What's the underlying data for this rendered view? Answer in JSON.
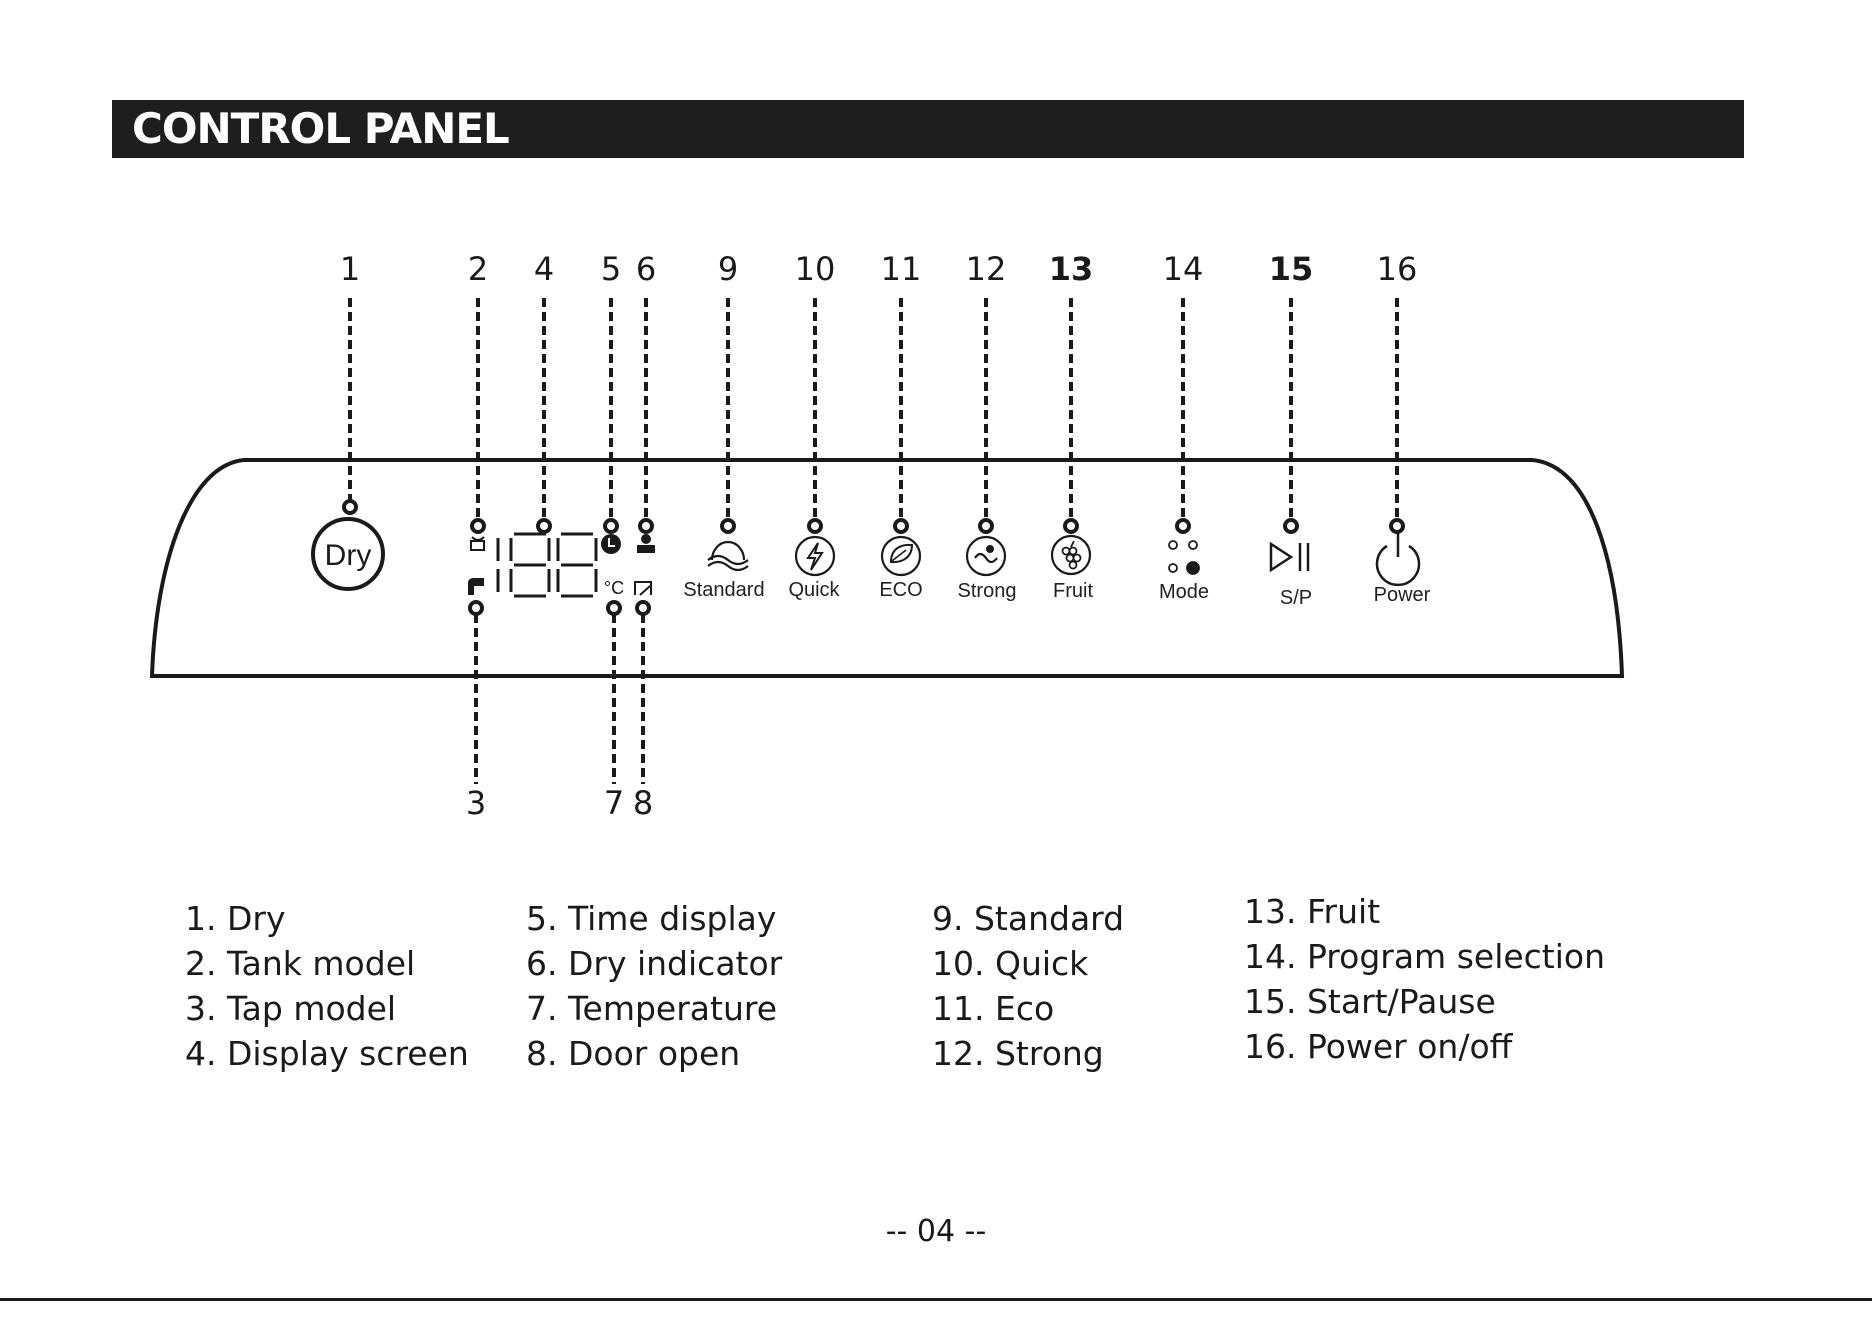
{
  "header": {
    "title": "CONTROL PANEL"
  },
  "callouts": {
    "top": [
      "1",
      "2",
      "4",
      "5",
      "6",
      "9",
      "10",
      "11",
      "12",
      "13",
      "14",
      "15",
      "16"
    ],
    "bottom": [
      "3",
      "7",
      "8"
    ]
  },
  "panel": {
    "dry_button": "Dry",
    "display_digits": "188",
    "temp_unit": "°C",
    "buttons": {
      "standard": "Standard",
      "quick": "Quick",
      "eco": "ECO",
      "strong": "Strong",
      "fruit": "Fruit",
      "mode": "Mode",
      "start_pause": "S/P",
      "power": "Power"
    }
  },
  "legend": {
    "col1": [
      "1. Dry",
      "2. Tank model",
      "3. Tap model",
      "4. Display screen"
    ],
    "col2": [
      "5. Time display",
      "6. Dry indicator",
      "7. Temperature",
      "8. Door open"
    ],
    "col3": [
      "9. Standard",
      "10. Quick",
      "11. Eco",
      "12. Strong"
    ],
    "col4": [
      "13. Fruit",
      "14. Program selection",
      "15. Start/Pause",
      "16. Power on/off"
    ]
  },
  "page_number": "-- 04 --"
}
